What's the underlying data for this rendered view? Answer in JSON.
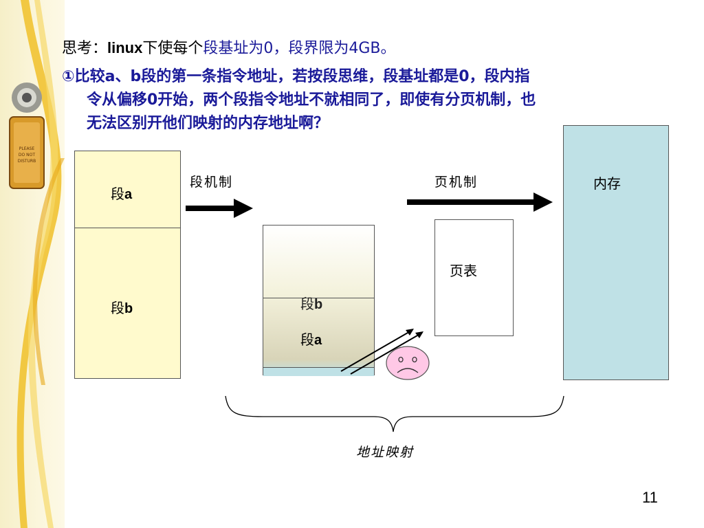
{
  "slide": {
    "line1": {
      "prefix": "思考：",
      "keyword": "linux",
      "middle": "下使每个",
      "rest": "段基址为0，段界限为4GB。"
    },
    "paragraph": [
      "①比较a、b段的第一条指令地址，若按段思维，段基址都是0，段内指",
      "令从偏移0开始，两个段指令地址不就相同了，即使有分页机制，也",
      "无法区别开他们映射的内存地址啊？"
    ],
    "page_number": "11"
  },
  "diagram": {
    "left_segments": {
      "seg_a": {
        "prefix": "段",
        "letter": "a"
      },
      "seg_b": {
        "prefix": "段",
        "letter": "b"
      }
    },
    "linear_segments": {
      "seg_b": {
        "prefix": "段",
        "letter": "b"
      },
      "seg_a": {
        "prefix": "段",
        "letter": "a"
      }
    },
    "segment_mechanism_label": "段机制",
    "paging_mechanism_label": "页机制",
    "page_table_label": "页表",
    "memory_label": "内存",
    "address_mapping_label": "地址映射",
    "colors": {
      "segment_fill": "#fffacd",
      "memory_fill": "#bfe1e6",
      "face_fill": "#ffc8e6",
      "title_blue": "#1a1a99",
      "strip_yellow": "#f0c028"
    },
    "icons": [
      "door-hanger-icon",
      "sad-face-icon",
      "arrow-right-icon",
      "curly-brace-icon"
    ]
  }
}
